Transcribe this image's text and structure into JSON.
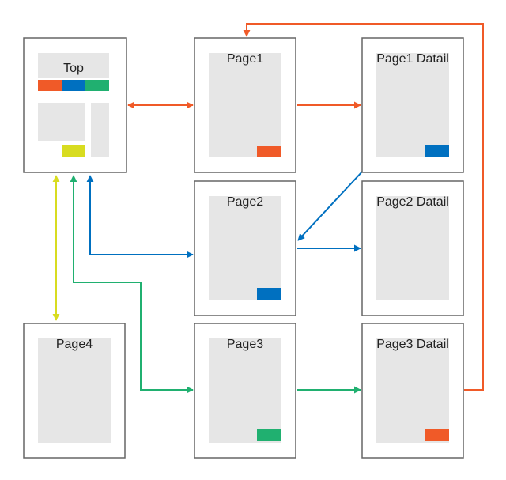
{
  "diagram": {
    "pages": [
      {
        "id": "top",
        "label": "Top"
      },
      {
        "id": "page1",
        "label": "Page1"
      },
      {
        "id": "page1-detail",
        "label": "Page1 Datail"
      },
      {
        "id": "page2",
        "label": "Page2"
      },
      {
        "id": "page2-detail",
        "label": "Page2 Datail"
      },
      {
        "id": "page3",
        "label": "Page3"
      },
      {
        "id": "page3-detail",
        "label": "Page3 Datail"
      },
      {
        "id": "page4",
        "label": "Page4"
      }
    ],
    "colors": {
      "orange": "#f05a28",
      "blue": "#0070c0",
      "green": "#20b070",
      "yellow": "#d8dc20",
      "frame": "#666666",
      "placeholder": "#e6e6e6"
    },
    "links": [
      {
        "from": "top",
        "to": "page1",
        "color": "orange",
        "bidirectional": true
      },
      {
        "from": "page1",
        "to": "page1-detail",
        "color": "orange",
        "bidirectional": false
      },
      {
        "from": "page1-detail",
        "to": "page2",
        "color": "blue",
        "bidirectional": false
      },
      {
        "from": "page3-detail",
        "to": "page1",
        "color": "orange",
        "bidirectional": false
      },
      {
        "from": "page2",
        "to": "top",
        "color": "blue",
        "bidirectional": true
      },
      {
        "from": "page2",
        "to": "page2-detail",
        "color": "blue",
        "bidirectional": false
      },
      {
        "from": "page3",
        "to": "top",
        "color": "green",
        "bidirectional": true
      },
      {
        "from": "page3",
        "to": "page3-detail",
        "color": "green",
        "bidirectional": false
      },
      {
        "from": "top",
        "to": "page4",
        "color": "yellow",
        "bidirectional": true
      }
    ]
  }
}
